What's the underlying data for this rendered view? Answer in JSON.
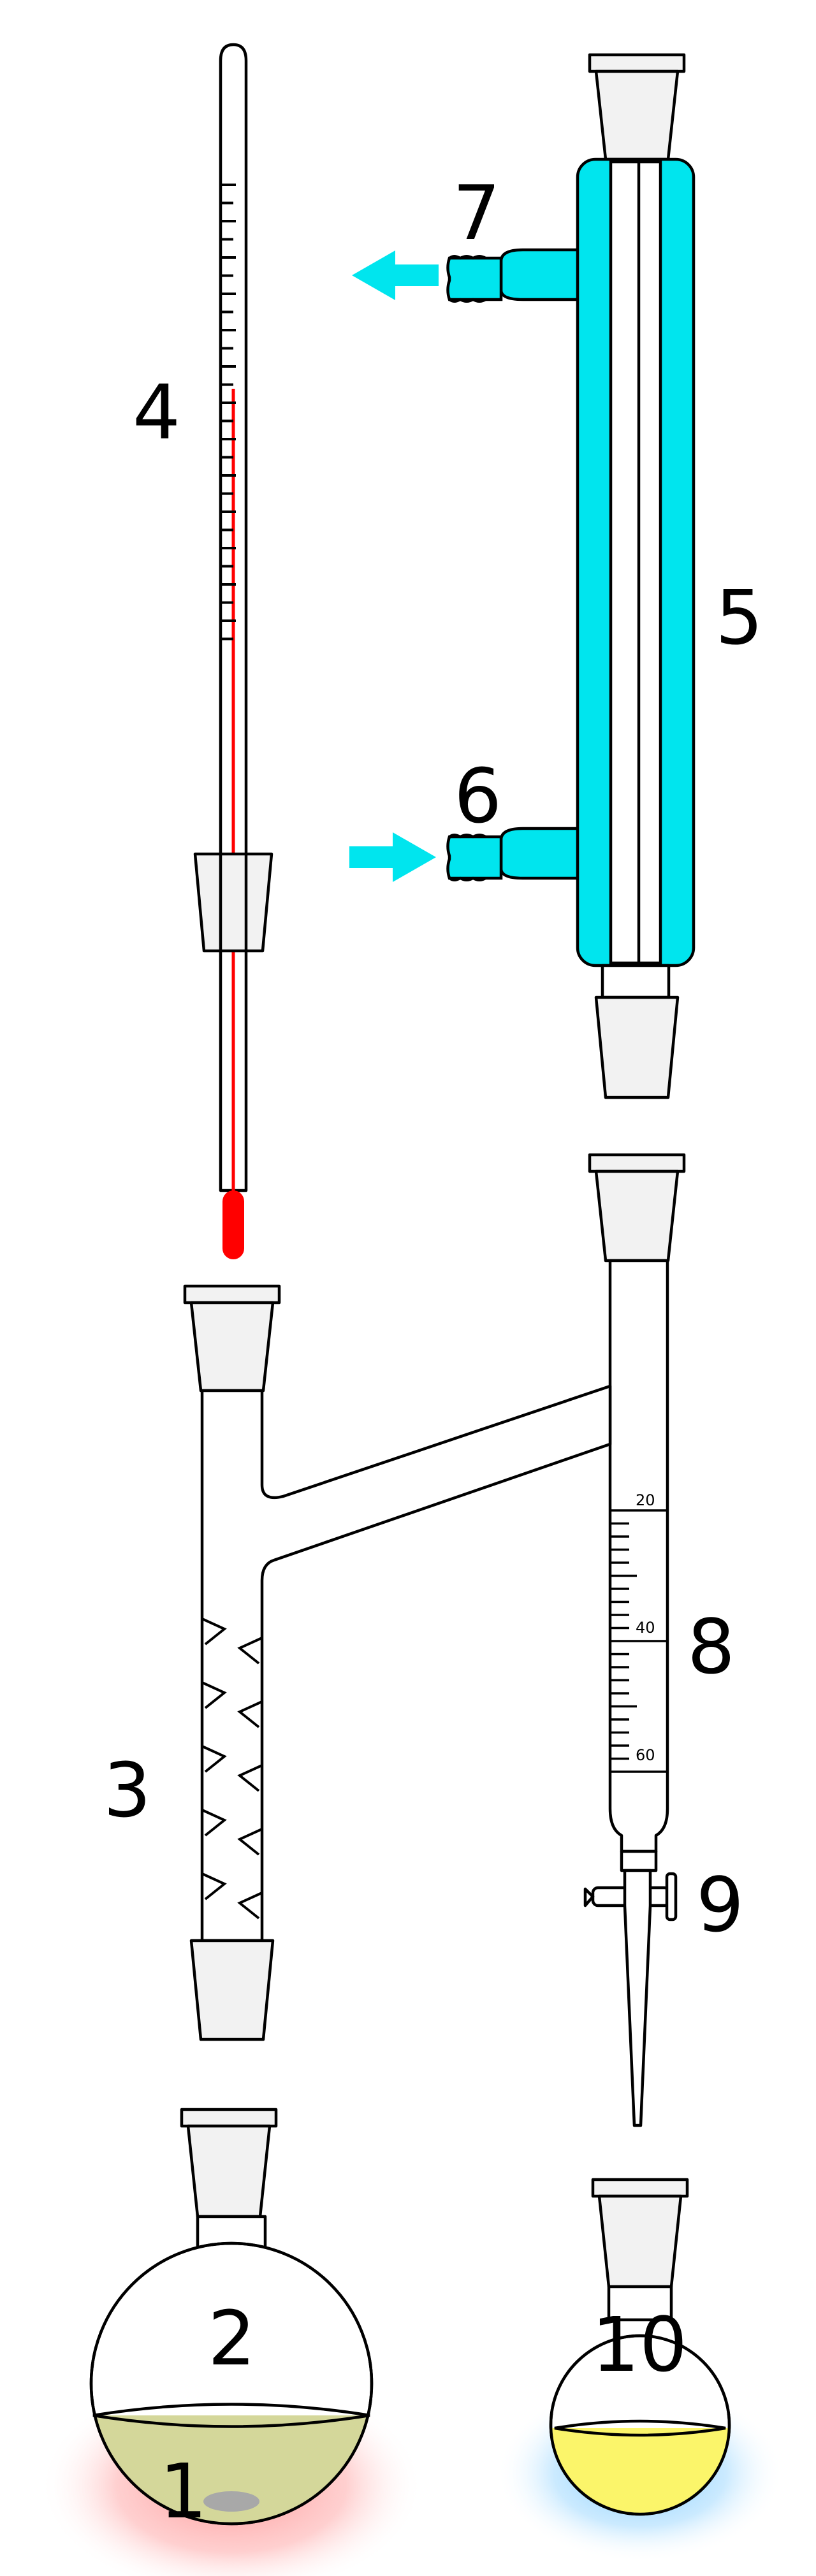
{
  "diagram": {
    "labels": {
      "l1": "1",
      "l2": "2",
      "l3": "3",
      "l4": "4",
      "l5": "5",
      "l6": "6",
      "l7": "7",
      "l8": "8",
      "l9": "9",
      "l10": "10"
    },
    "burette_marks": {
      "m20": "20",
      "m40": "40",
      "m60": "60"
    },
    "colors": {
      "coolant": "#00e5ee",
      "mercury": "#ff0000",
      "heat_glow": "#ff8a8a",
      "cool_glow": "#6ec6ff",
      "flask_liquid": "#d4d79a",
      "receiver_liquid": "#fbf56a",
      "outline": "#000000",
      "joint_fill": "#f2f2f2"
    }
  }
}
